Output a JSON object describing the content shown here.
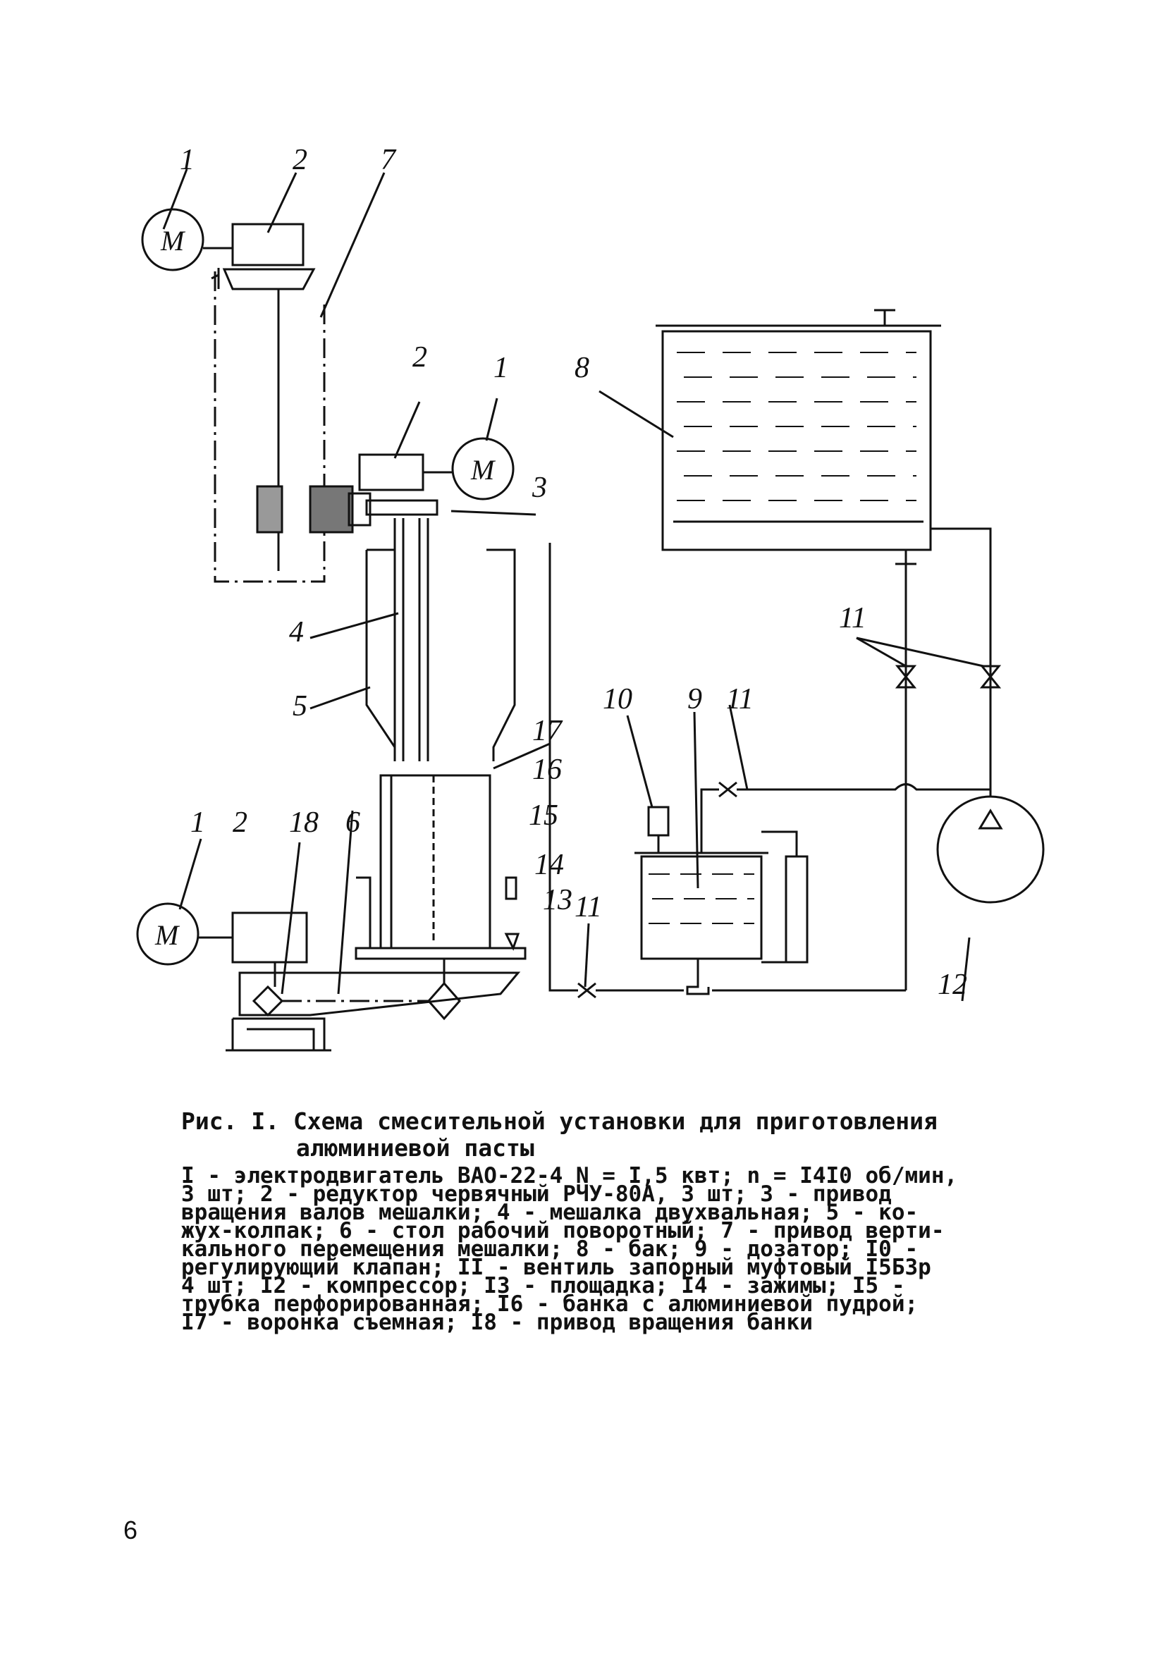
{
  "figure": {
    "callouts": [
      "1",
      "2",
      "7",
      "2",
      "1",
      "8",
      "3",
      "4",
      "5",
      "17",
      "16",
      "15",
      "14",
      "13",
      "10",
      "9",
      "11",
      "11",
      "1",
      "2",
      "18",
      "6",
      "11",
      "12"
    ],
    "motor_label": "M"
  },
  "caption": {
    "title": "Рис. I. Схема смесительной установки для приготовления",
    "title_cont": "алюминиевой пасты",
    "legend_lines": [
      "I - электродвигатель ВАО-22-4 N = I,5 квт; n = I4I0 об/мин,",
      "3 шт; 2 - редуктор червячный РЧУ-80А, 3 шт; 3 - привод",
      "вращения валов мешалки; 4 - мешалка двухвальная; 5 - ко-",
      "жух-колпак; 6 - стол рабочий поворотный; 7 - привод верти-",
      "кального перемещения мешалки; 8 - бак; 9 - дозатор; I0 -",
      "регулирующий клапан; II - вентиль запорный муфтовый I5БЗр",
      "4 шт; I2 - компрессор; I3 - площадка; I4 - зажимы; I5 -",
      "трубка перфорированная; I6 - банка с алюминиевой пудрой;",
      "I7 - воронка съемная; I8 - привод вращения банки"
    ]
  },
  "page_number": "6"
}
